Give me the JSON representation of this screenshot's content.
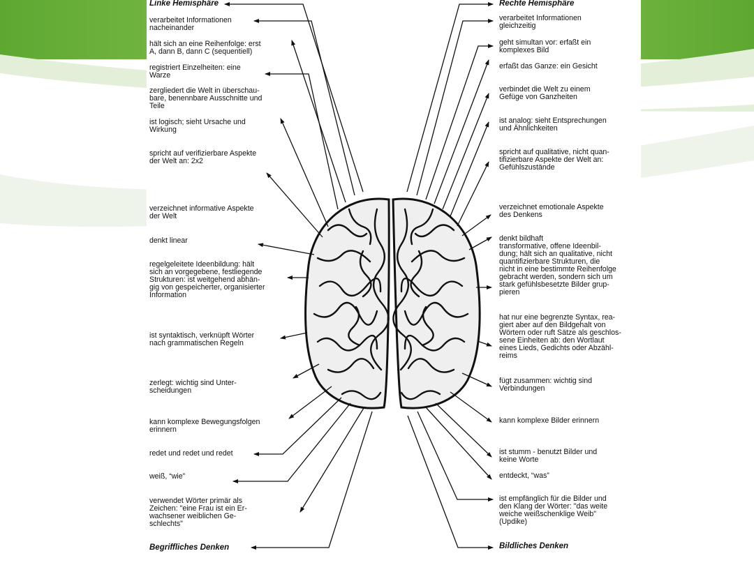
{
  "left": {
    "header": "Linke Hemisphäre",
    "items": [
      "verarbeitet Informationen\nnacheinander",
      "hält sich an eine Reihenfolge: erst\nA, dann B, dann C (sequentiell)",
      "registriert Einzelheiten: eine\nWarze",
      "zergliedert die Welt in überschau-\nbare, benennbare Ausschnitte und\nTeile",
      "ist logisch; sieht Ursache und\nWirkung",
      "spricht auf verifizierbare Aspekte\nder Welt an: 2x2",
      "verzeichnet informative Aspekte\nder Welt",
      "denkt linear",
      "regelgeleitete Ideenbildung: hält\nsich an vorgegebene, festliegende\nStrukturen: ist weitgehend abhän-\ngig von gespeicherter, organisierter\nInformation",
      "ist syntaktisch, verknüpft Wörter\nnach grammatischen Regeln",
      "zerlegt: wichtig sind Unter-\nscheidungen",
      "kann komplexe Bewegungsfolgen\nerinnern",
      "redet und redet und redet",
      "weiß, “wie”",
      "verwendet Wörter primär als\nZeichen: \"eine Frau ist ein Er-\nwachsener weiblichen Ge-\nschlechts\""
    ],
    "footer": "Begriffliches Denken"
  },
  "right": {
    "header": "Rechte Hemisphäre",
    "items": [
      "verarbeitet Informationen\ngleichzeitig",
      "geht simultan vor: erfaßt ein\nkomplexes Bild",
      "erfaßt das Ganze: ein Gesicht",
      "verbindet die Welt zu einem\nGefüge von Ganzheiten",
      "ist analog: sieht Entsprechungen\nund Ähnlichkeiten",
      "spricht auf qualitative, nicht quan-\ntifizierbare Aspekte der Welt an:\nGefühlszustände",
      "verzeichnet emotionale Aspekte\ndes Denkens",
      "denkt bildhaft\ntransformative, offene Ideenbil-\ndung; hält sich an qualitative, nicht\nquantifizierbare Strukturen, die\nnicht in eine bestimmte Reihenfolge\ngebracht werden, sondern sich um\nstark gefühlsbesetzte Bilder grup-\npieren",
      "hat nur eine begrenzte Syntax, rea-\ngiert aber auf den Bildgehalt von\nWörtern oder ruft Sätze als geschlos-\nsene Einheiten ab: den Wortlaut\neines Lieds, Gedichts oder Abzähl-\nreims",
      "fügt zusammen: wichtig sind\nVerbindungen",
      "kann komplexe Bilder erinnern",
      "ist stumm - benutzt Bilder und\nkeine Worte",
      "entdeckt, “was”",
      "ist empfänglich für die Bilder und\nden Klang der Wörter: \"das weite\nweiche weißschenklige Weib\"\n(Updike)"
    ],
    "footer": "Bildliches Denken"
  },
  "colors": {
    "accent_green": "#6db33f",
    "line": "#111111"
  },
  "icons": {
    "center": "brain-icon"
  }
}
